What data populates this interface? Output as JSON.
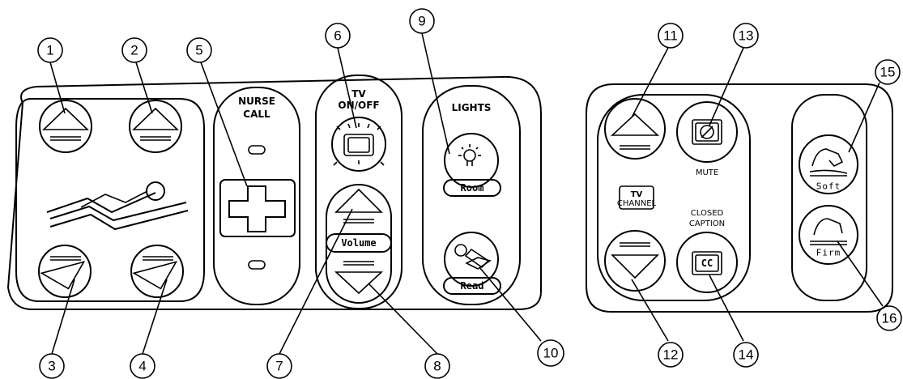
{
  "callouts": [
    "1",
    "2",
    "3",
    "4",
    "5",
    "6",
    "7",
    "8",
    "9",
    "10",
    "11",
    "12",
    "13",
    "14",
    "15",
    "16"
  ],
  "labels": {
    "nurse_call_1": "NURSE",
    "nurse_call_2": "CALL",
    "tv_1": "TV",
    "tv_2": "ON/OFF",
    "lights": "LIGHTS",
    "room": "Room",
    "volume": "Volume",
    "read": "Read",
    "mute": "MUTE",
    "closed_caption_1": "CLOSED",
    "closed_caption_2": "CAPTION",
    "cc": "CC",
    "tv_channel_1": "TV",
    "tv_channel_2": "CHANNEL",
    "soft": "Soft",
    "firm": "Firm",
    "mute_icon": "TV"
  }
}
